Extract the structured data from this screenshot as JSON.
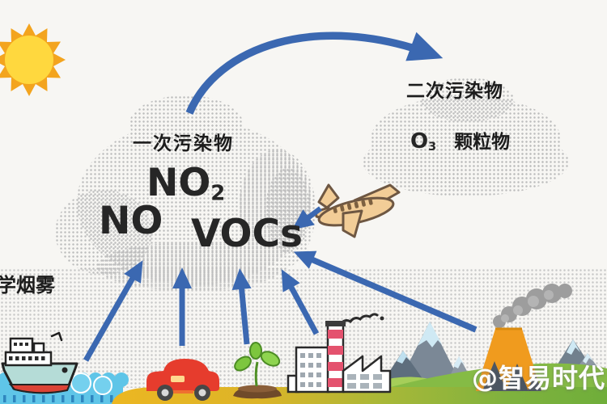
{
  "title": "air-pollution-diagram",
  "primary": {
    "label": "一次污染物",
    "no2": {
      "base": "NO",
      "sub": "2"
    },
    "no": "NO",
    "vocs": "VOCs"
  },
  "secondary": {
    "label": "二次污染物",
    "o3": {
      "base": "O",
      "sub": "3"
    },
    "particulate": "颗粒物"
  },
  "smog": "学烟雾",
  "watermark": "@智易时代",
  "colors": {
    "background": "#f7f6f3",
    "cloud_dot": "#bcbcbc",
    "arrow_blue": "#3b68b1",
    "sun_core": "#ffd83e",
    "sun_rays": "#f3a41e",
    "text": "#262626",
    "watermark": "#fcfcfc",
    "car_red": "#e63c2d",
    "volcano_orange": "#f09b1e",
    "water_blue": "#5fc5e8",
    "ground_yellow": "#ecb722",
    "ground_green": "#6fae3a"
  }
}
